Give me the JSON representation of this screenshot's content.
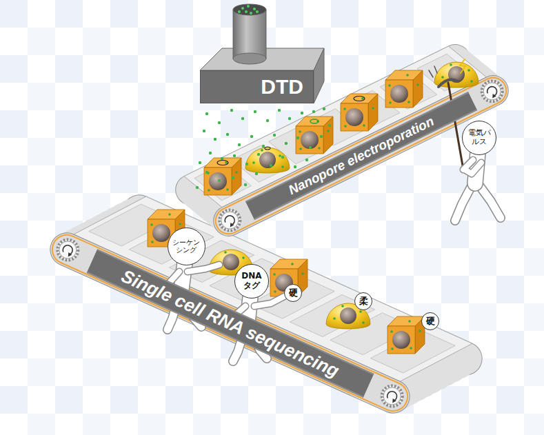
{
  "diagram": {
    "nodes": [
      {
        "text": [
          "DTD"
        ]
      },
      {
        "text": [
          "Nanopore electroporation"
        ]
      },
      {
        "text": [
          "電気パルス"
        ]
      },
      {
        "text": [
          "シーケンシング"
        ]
      },
      {
        "text": [
          "DNAタグ"
        ]
      },
      {
        "text": [
          "硬"
        ]
      },
      {
        "text": [
          "柔"
        ]
      },
      {
        "text": [
          "硬"
        ]
      },
      {
        "text": [
          "Single cell RNA sequencing"
        ]
      }
    ]
  }
}
